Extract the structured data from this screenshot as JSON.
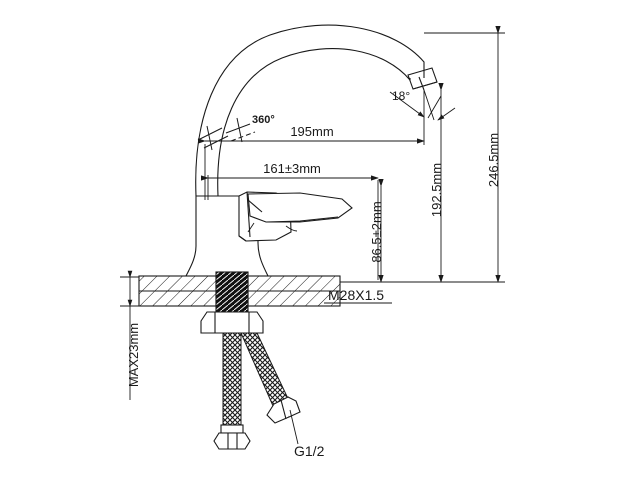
{
  "drawing": {
    "title": "faucet-technical-drawing",
    "background": "#ffffff",
    "line_color": "#1a1a1a"
  },
  "dimensions": {
    "spout_reach": "195mm",
    "handle_reach": "161±3mm",
    "overall_height": "246.5mm",
    "spout_height": "192.5mm",
    "handle_height": "86.5±2mm",
    "counter_thickness": "MAX23mm",
    "swivel": "360°",
    "outlet_angle": "18°"
  },
  "threads": {
    "shank_thread": "M28X1.5",
    "hose_thread": "G1/2"
  }
}
